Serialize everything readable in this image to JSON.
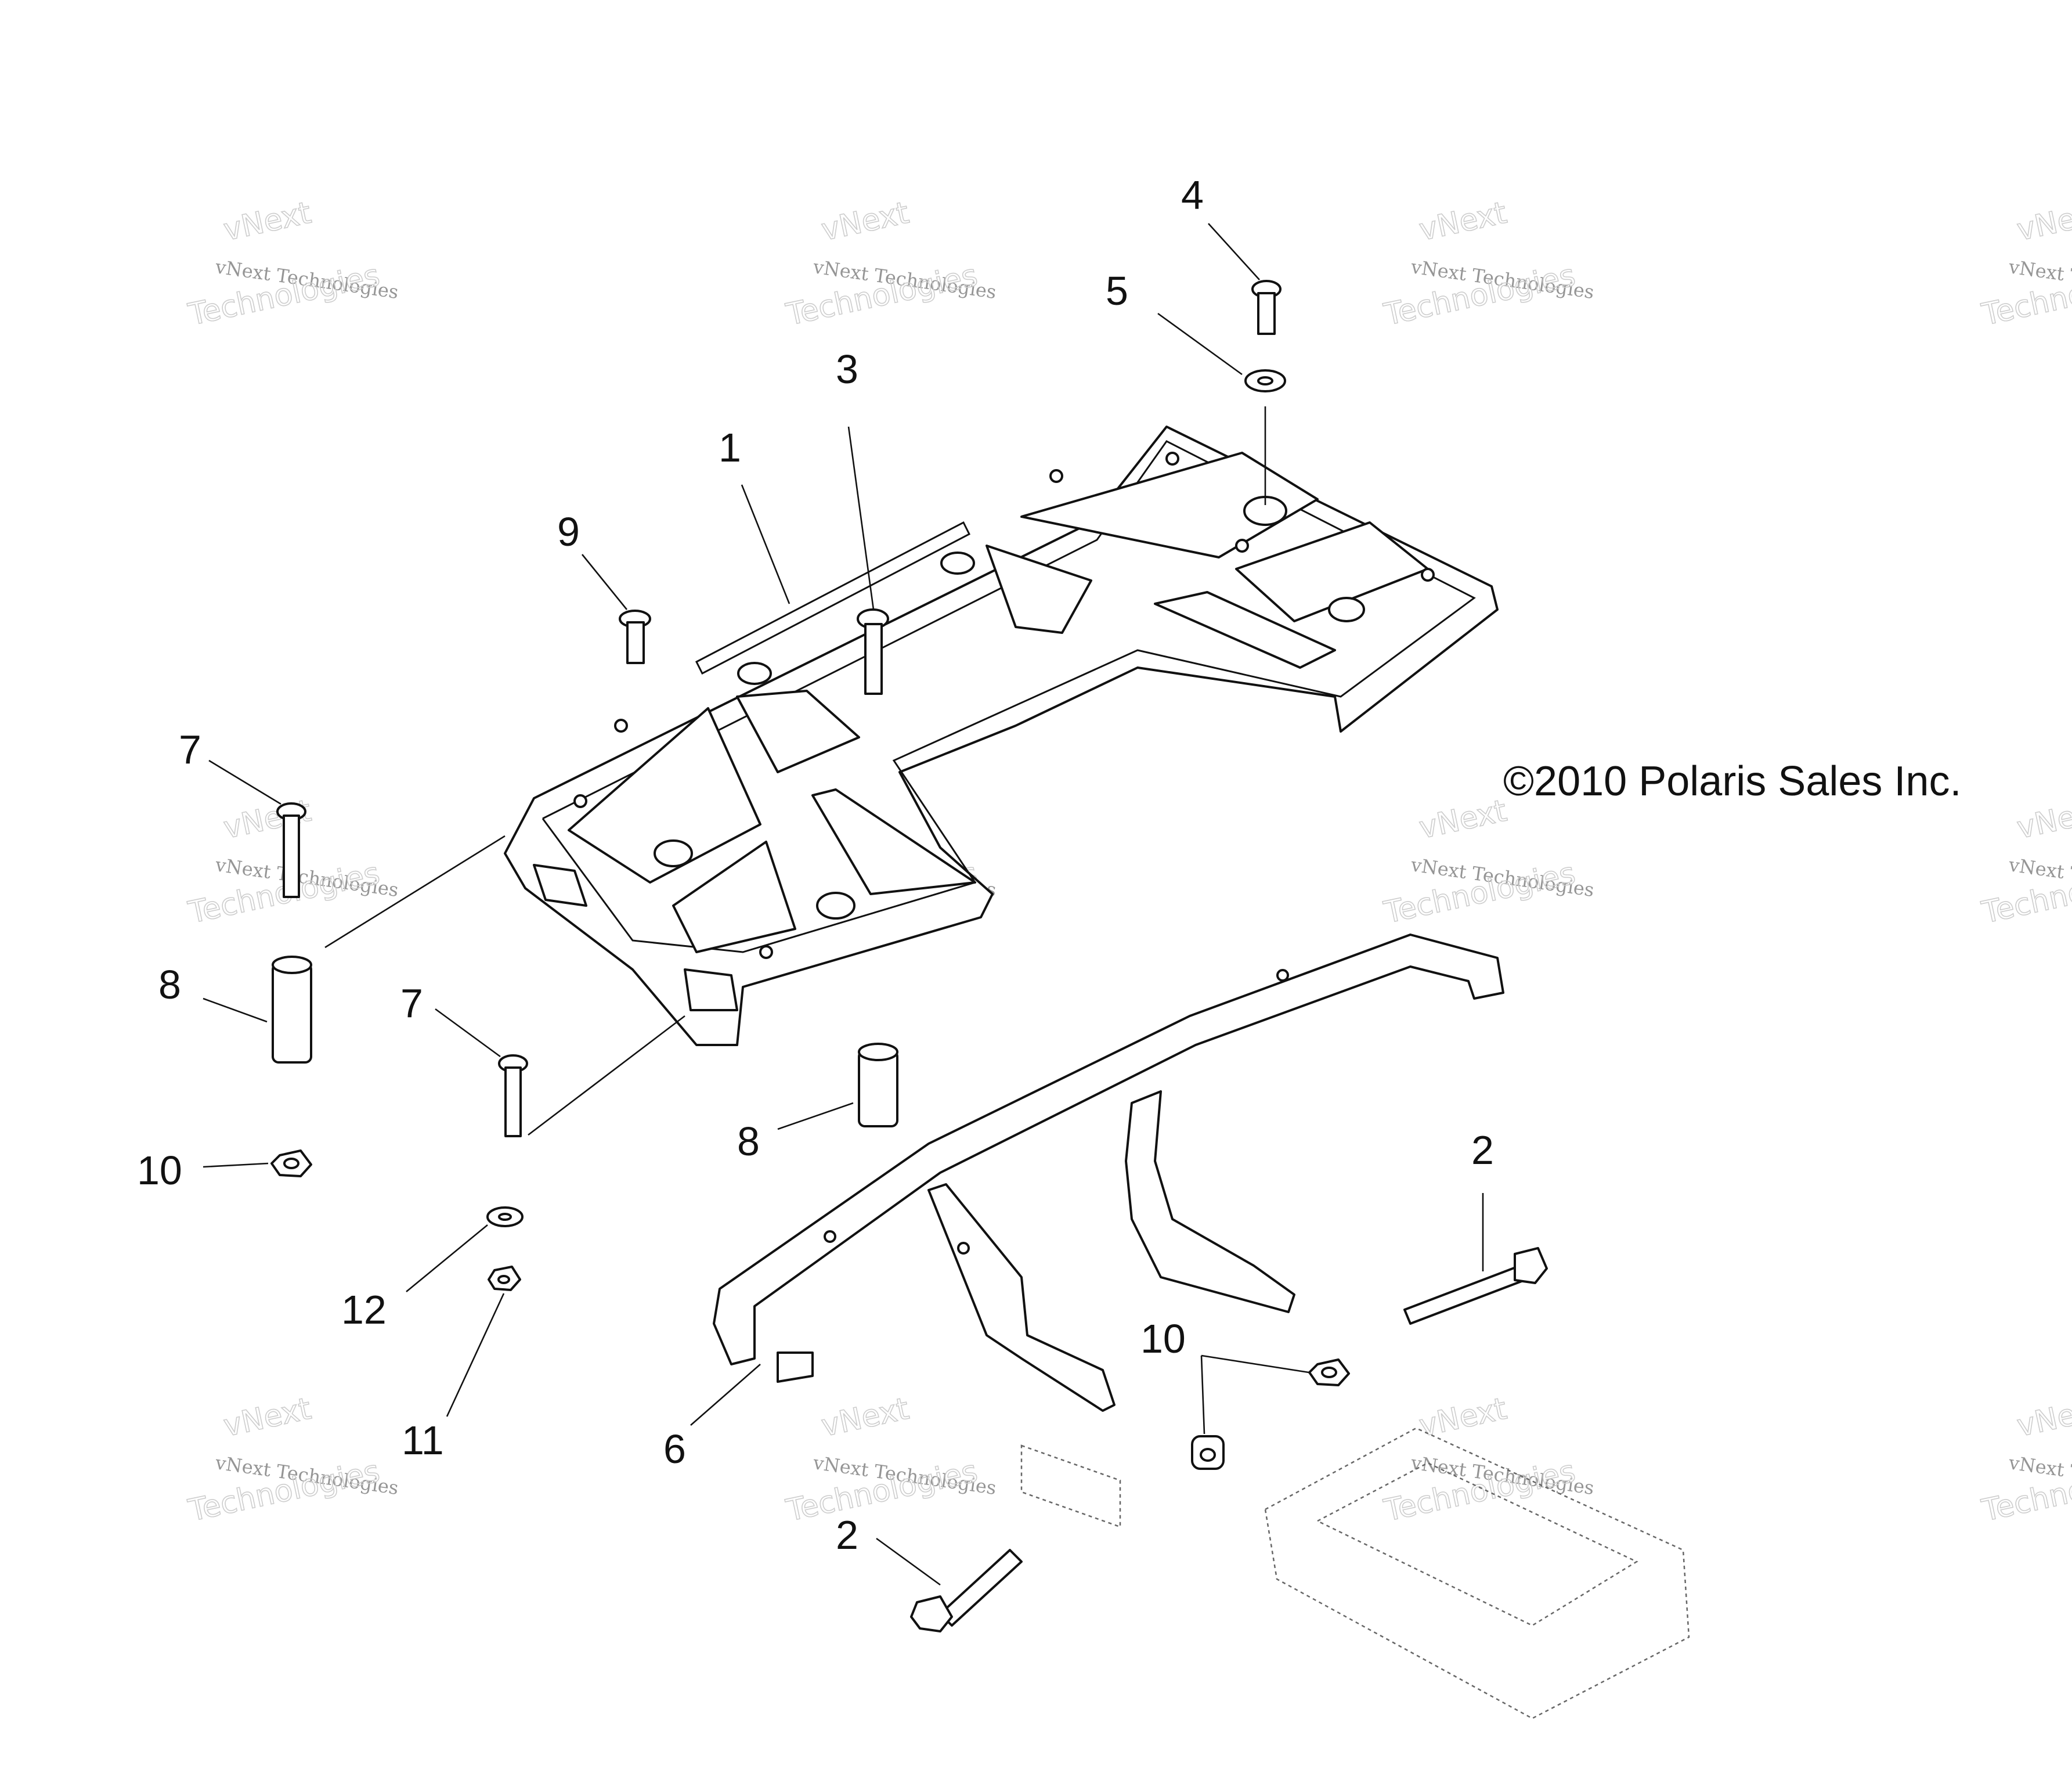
{
  "diagram": {
    "copyright": "©2010 Polaris Sales Inc.",
    "callouts": [
      {
        "id": "c1",
        "label": "1"
      },
      {
        "id": "c2a",
        "label": "2"
      },
      {
        "id": "c2b",
        "label": "2"
      },
      {
        "id": "c3",
        "label": "3"
      },
      {
        "id": "c4",
        "label": "4"
      },
      {
        "id": "c5",
        "label": "5"
      },
      {
        "id": "c6",
        "label": "6"
      },
      {
        "id": "c7a",
        "label": "7"
      },
      {
        "id": "c7b",
        "label": "7"
      },
      {
        "id": "c8a",
        "label": "8"
      },
      {
        "id": "c8b",
        "label": "8"
      },
      {
        "id": "c9",
        "label": "9"
      },
      {
        "id": "c10a",
        "label": "10"
      },
      {
        "id": "c10b",
        "label": "10"
      },
      {
        "id": "c11",
        "label": "11"
      },
      {
        "id": "c12",
        "label": "12"
      }
    ],
    "watermark": {
      "small": "vNext",
      "line": "vNext Technologies",
      "big": "Technologies"
    }
  }
}
